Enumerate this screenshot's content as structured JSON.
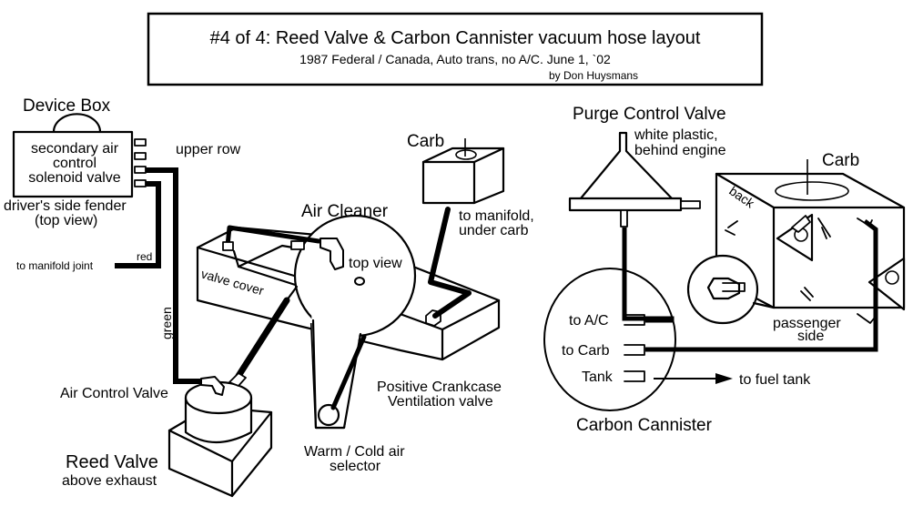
{
  "title_box": {
    "title": "#4 of 4:  Reed Valve & Carbon Cannister vacuum hose layout",
    "subtitle": "1987 Federal / Canada, Auto trans, no A/C.   June 1, `02",
    "author": "by Don Huysmans"
  },
  "device_box": {
    "title": "Device Box",
    "lines": [
      "secondary air",
      "control",
      "solenoid valve"
    ],
    "port_note": "upper row",
    "location": [
      "driver's side fender",
      "(top view)"
    ],
    "manifold_label": "to manifold joint",
    "red_label": "red",
    "green_label": "green"
  },
  "air_cleaner": {
    "title": "Air Cleaner",
    "view_note": "top view",
    "valve_cover": "valve cover",
    "selector": [
      "Warm / Cold air",
      "selector"
    ],
    "pcv": [
      "Positive Crankcase",
      "Ventilation valve"
    ]
  },
  "carb_left": {
    "title": "Carb",
    "note": [
      "to manifold,",
      "under carb"
    ]
  },
  "reed_valve": {
    "air_control": "Air Control Valve",
    "title": "Reed Valve",
    "subtitle": "above exhaust"
  },
  "purge_valve": {
    "title": "Purge Control Valve",
    "note": [
      "white plastic,",
      "behind engine"
    ]
  },
  "carb_right": {
    "title": "Carb",
    "back": "back",
    "side": [
      "passenger",
      "side"
    ]
  },
  "cannister": {
    "title": "Carbon Cannister",
    "ports": [
      "to A/C",
      "to Carb",
      "Tank"
    ],
    "tank_arrow": "to fuel tank"
  }
}
